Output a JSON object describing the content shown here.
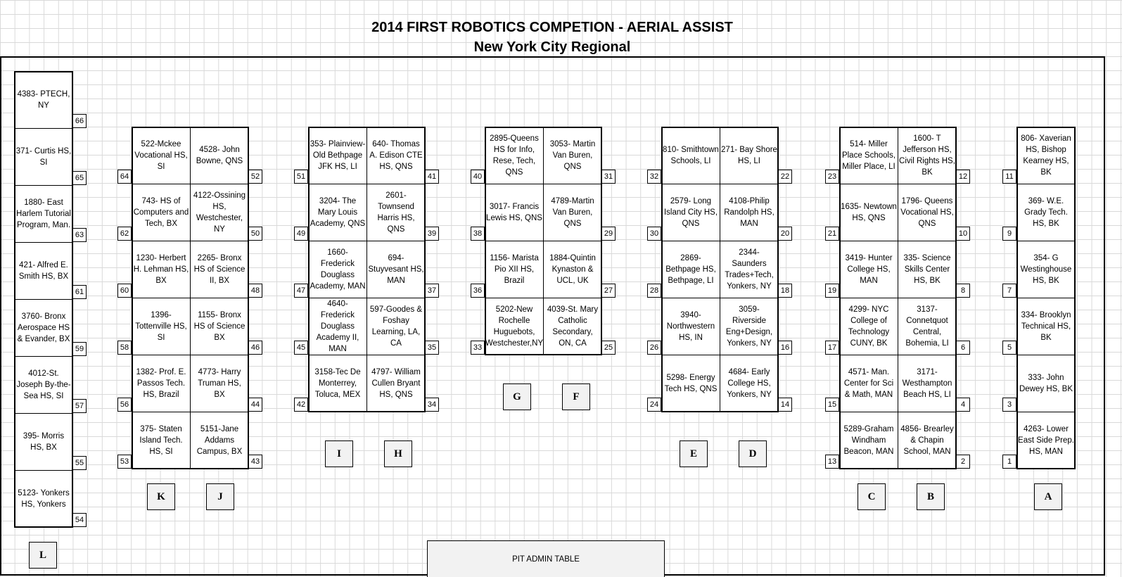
{
  "title": "2014 FIRST ROBOTICS COMPETION - AERIAL ASSIST",
  "subtitle": "New York City Regional",
  "admin_table": "PIT ADMIN TABLE",
  "labels": [
    "A",
    "B",
    "C",
    "D",
    "E",
    "F",
    "G",
    "H",
    "I",
    "J",
    "K",
    "L"
  ],
  "cells": [
    "4383- PTECH, NY",
    "371- Curtis HS, SI",
    "1880- East Harlem Tutorial Program, Man.",
    "421- Alfred E. Smith HS, BX",
    "3760- Bronx Aerospace HS & Evander, BX",
    "4012-St. Joseph By-the-Sea HS, SI",
    "395- Morris HS, BX",
    "5123- Yonkers HS, Yonkers",
    "522-Mckee Vocational HS, SI",
    "743- HS of Computers and Tech, BX",
    "1230- Herbert H. Lehman HS, BX",
    "1396- Tottenville HS, SI",
    "1382- Prof. E. Passos Tech. HS, Brazil",
    "375- Staten Island Tech. HS, SI",
    "4528- John Bowne, QNS",
    "4122-Ossining HS, Westchester, NY",
    "2265- Bronx HS of Science II, BX",
    "1155- Bronx HS of Science BX",
    "4773- Harry Truman HS, BX",
    "5151-Jane Addams Campus, BX",
    "353- Plainview-Old Bethpage JFK HS, LI",
    "3204- The Mary Louis Academy, QNS",
    "1660- Frederick Douglass Academy, MAN",
    "4640- Frederick Douglass Academy II, MAN",
    "3158-Tec De Monterrey, Toluca, MEX",
    "640- Thomas A. Edison CTE HS, QNS",
    "2601- Townsend Harris HS, QNS",
    "694- Stuyvesant HS, MAN",
    "597-Goodes & Foshay Learning, LA, CA",
    "4797- William Cullen Bryant HS, QNS",
    "2895-Queens HS for Info, Rese, Tech, QNS",
    "3017- Francis Lewis HS, QNS",
    "1156- Marista Pio XII HS, Brazil",
    "5202-New Rochelle Huguebots, Westchester,NY",
    "3053- Martin Van Buren, QNS",
    "4789-Martin Van Buren, QNS",
    "1884-Quintin Kynaston & UCL, UK",
    "4039-St. Mary Catholic Secondary, ON, CA",
    "810- Smithtown Schools, LI",
    "2579- Long Island City HS, QNS",
    "2869- Bethpage HS, Bethpage, LI",
    "3940- Northwestern HS, IN",
    "5298- Energy Tech HS, QNS",
    "271- Bay Shore HS, LI",
    "4108-Philip Randolph HS, MAN",
    "2344- Saunders Trades+Tech, Yonkers, NY",
    "3059- Riverside Eng+Design, Yonkers, NY",
    "4684- Early College HS, Yonkers, NY",
    "514- Miller Place Schools, Miller Place, LI",
    "1635- Newtown HS, QNS",
    "3419- Hunter College HS, MAN",
    "4299- NYC College of Technology CUNY, BK",
    "4571- Man. Center for Sci & Math, MAN",
    "5289-Graham Windham Beacon, MAN",
    "1600- T Jefferson HS, Civil Rights HS, BK",
    "1796- Queens Vocational HS, QNS",
    "335- Science Skills Center HS, BK",
    "3137- Connetquot Central, Bohemia, LI",
    "3171- Westhampton Beach HS, LI",
    "4856- Brearley & Chapin School, MAN",
    "806- Xaverian HS, Bishop Kearney HS, BK",
    "369- W.E. Grady Tech. HS, BK",
    "354- G Westinghouse HS, BK",
    "334- Brooklyn Technical HS, BK",
    "333- John Dewey HS, BK",
    "4263- Lower East Side Prep. HS, MAN"
  ],
  "numbers": [
    "66",
    "65",
    "63",
    "61",
    "59",
    "57",
    "55",
    "54",
    "64",
    "62",
    "60",
    "58",
    "56",
    "53",
    "52",
    "50",
    "48",
    "46",
    "44",
    "43",
    "51",
    "49",
    "47",
    "45",
    "42",
    "41",
    "39",
    "37",
    "35",
    "34",
    "40",
    "38",
    "36",
    "33",
    "31",
    "29",
    "27",
    "25",
    "32",
    "30",
    "28",
    "26",
    "24",
    "22",
    "20",
    "18",
    "16",
    "14",
    "23",
    "21",
    "19",
    "17",
    "15",
    "13",
    "12",
    "10",
    "8",
    "6",
    "4",
    "2",
    "11",
    "9",
    "7",
    "5",
    "3",
    "1"
  ]
}
